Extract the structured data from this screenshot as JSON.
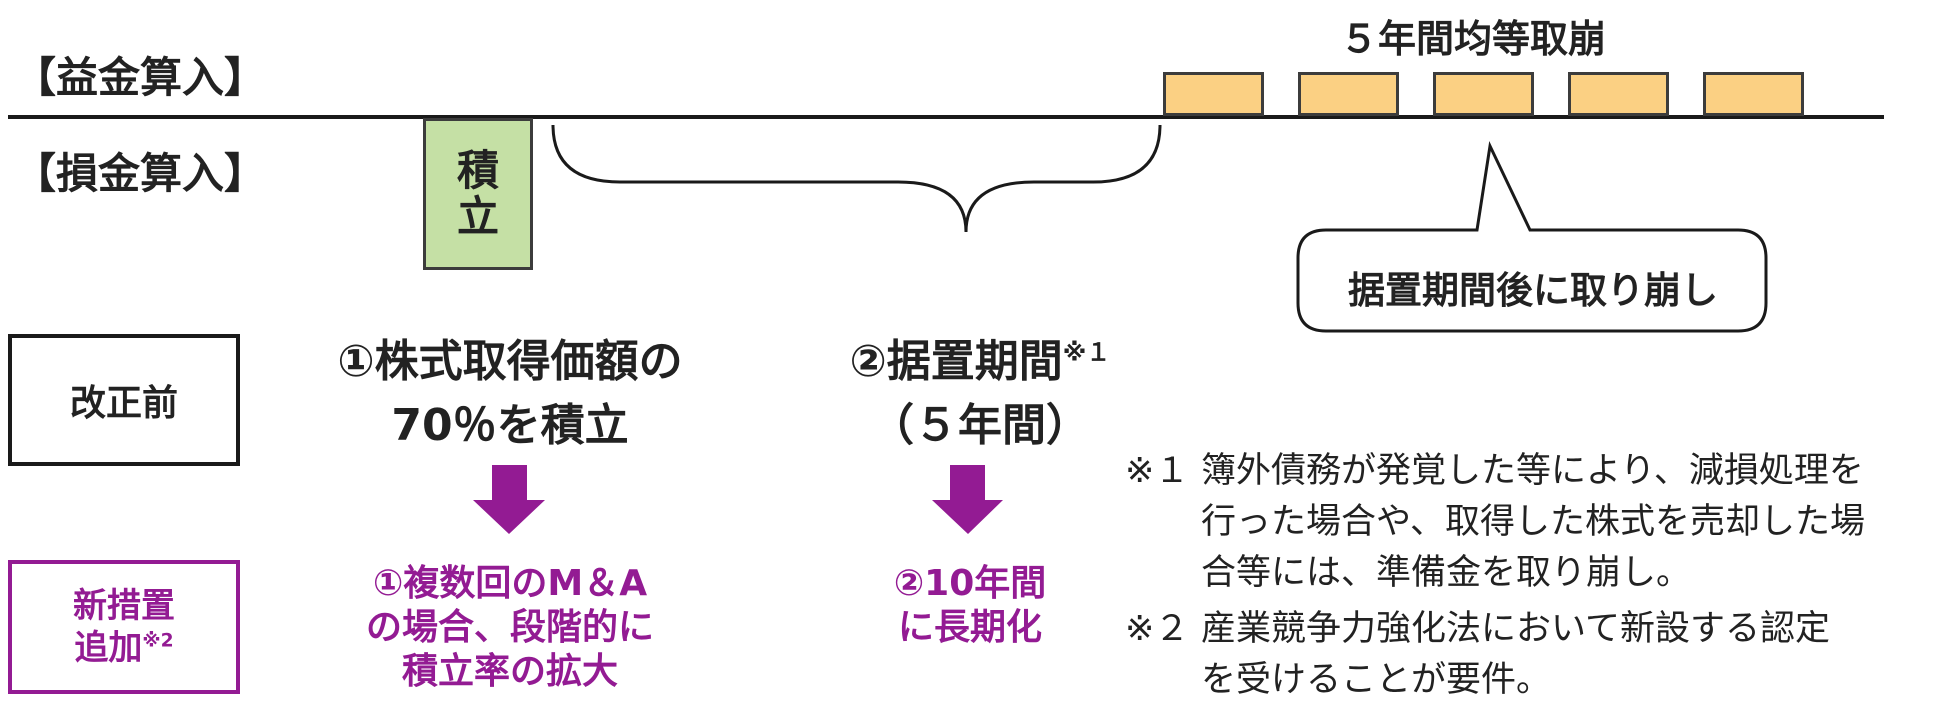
{
  "rows": {
    "income_label": "【益金算入】",
    "deduction_label": "【損金算入】"
  },
  "reserve_box": {
    "line1": "積",
    "line2": "立"
  },
  "amortization_caption": "５年間均等取崩",
  "amortization_periods": 5,
  "callout": "据置期間後に取り崩し",
  "before_revision": {
    "label": "改正前",
    "item1": {
      "line1": "①株式取得価額の",
      "line2": "70％を積立"
    },
    "item2": {
      "line1": "②据置期間",
      "line1_sup": "※１",
      "line2": "（５年間）"
    }
  },
  "new_measure": {
    "label_line1": "新措置",
    "label_line2": "追加",
    "label_sup": "※2",
    "item1": {
      "line1": "①複数回のM＆A",
      "line2": "の場合、段階的に",
      "line3": "積立率の拡大"
    },
    "item2": {
      "line1": "②10年間",
      "line2": "に長期化"
    }
  },
  "notes": [
    {
      "mark": "※１",
      "line1": "簿外債務が発覚した等により、減損処理を",
      "line2": "行った場合や、取得した株式を売却した場",
      "line3": "合等には、準備金を取り崩し。"
    },
    {
      "mark": "※２",
      "line1": "産業競争力強化法において新設する認定",
      "line2": "を受けることが要件。"
    }
  ],
  "colors": {
    "accent_purple": "#931b93",
    "reserve_green": "#c5e0a5",
    "amortize_yellow": "#fbd083",
    "line_dark": "#1a1a1a"
  }
}
